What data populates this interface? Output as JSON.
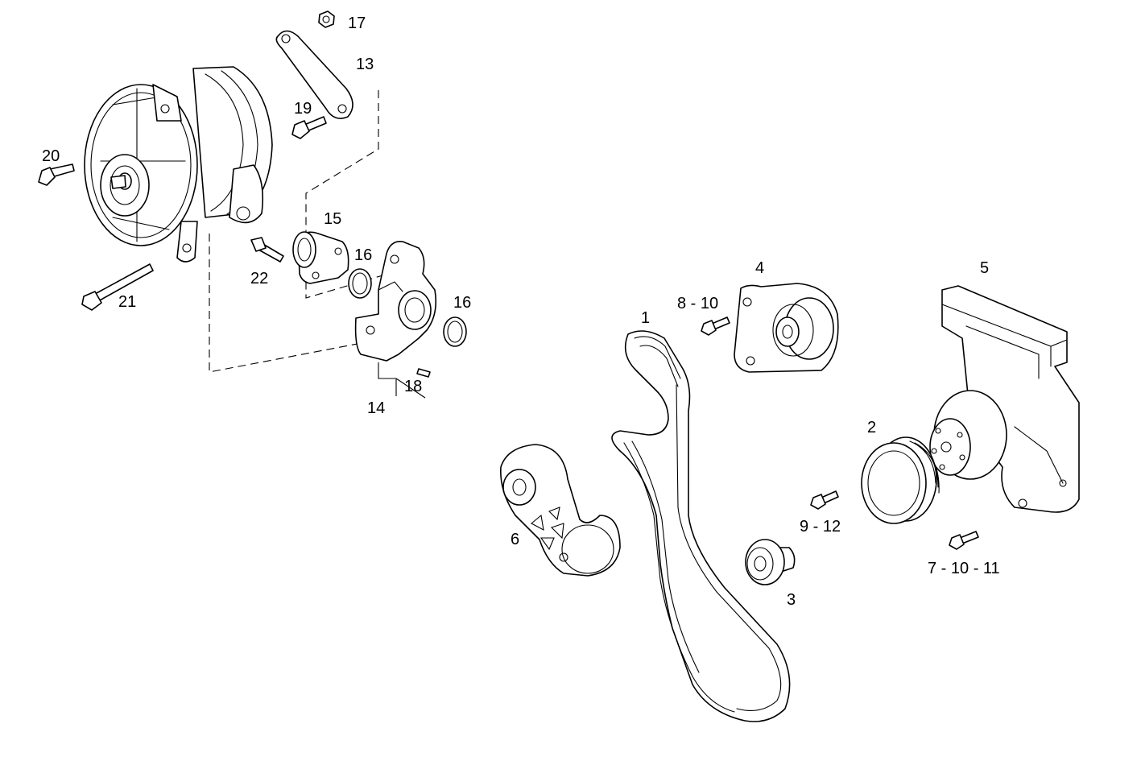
{
  "callouts": {
    "c1": "1",
    "c2": "2",
    "c3": "3",
    "c4": "4",
    "c5": "5",
    "c6": "6",
    "c7_10_11": "7 - 10 - 11",
    "c8_10": "8 - 10",
    "c9_12": "9 - 12",
    "c13": "13",
    "c14": "14",
    "c15": "15",
    "c16a": "16",
    "c16b": "16",
    "c17": "17",
    "c18": "18",
    "c19": "19",
    "c20": "20",
    "c21": "21",
    "c22": "22"
  }
}
